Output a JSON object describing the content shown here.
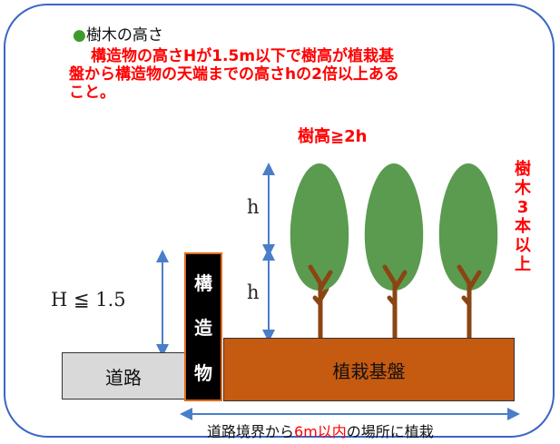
{
  "heading": {
    "bullet": "●",
    "text": "樹木の高さ"
  },
  "requirement": {
    "line1": "構造物の高さHが1.5m以下で樹高が植栽基",
    "line2": "盤から構造物の天端までの高さhの2倍以上ある",
    "line3": "こと。"
  },
  "tree_height_label": "樹高≧2h",
  "tree_count_label": "樹木3本以上",
  "h_upper": "h",
  "h_lower": "h",
  "H_label": "H ≦ 1.5",
  "road_label": "道路",
  "structure_chars": [
    "構",
    "造",
    "物"
  ],
  "base_label": "植栽基盤",
  "bottom": {
    "prefix": "道路境界から",
    "highlight": "6m以内",
    "suffix": "の場所に植栽"
  },
  "colors": {
    "accent_blue": "#4a7ec9",
    "red": "#ff0000",
    "base": "#c55a11",
    "structure": "#000000",
    "foliage": "#5b9b50",
    "trunk": "#8b4513"
  }
}
